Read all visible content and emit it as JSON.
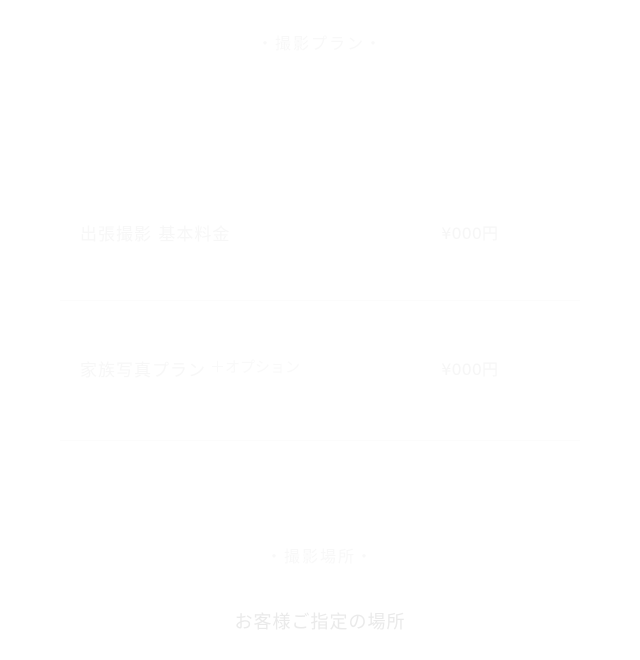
{
  "header": {
    "title": "・撮影プラン・"
  },
  "plans": [
    {
      "name": "出張撮影 基本料金",
      "extra": "",
      "price": "¥000円"
    },
    {
      "name": "家族写真プラン",
      "extra": "＋オプション",
      "price": "¥000円"
    }
  ],
  "location_section": {
    "title": "・撮影場所・",
    "text": "お客様ご指定の場所"
  }
}
